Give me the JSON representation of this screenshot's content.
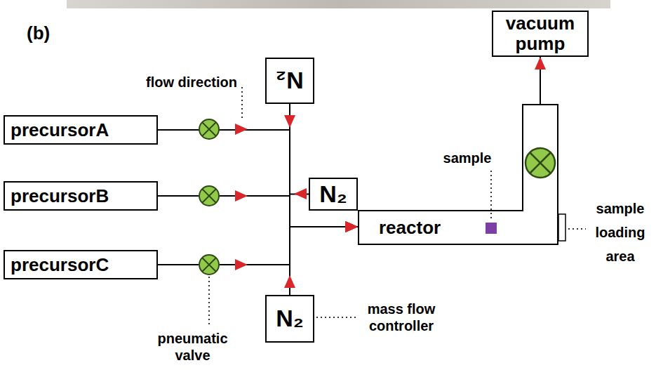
{
  "diagram": {
    "nodes": [
      {
        "text": [
          "vacuum pump"
        ]
      },
      {
        "text": [
          "N₂"
        ]
      },
      {
        "text": [
          "precursorA"
        ]
      },
      {
        "text": [
          "precursorB"
        ]
      },
      {
        "text": [
          "N₂"
        ]
      },
      {
        "text": [
          "reactor"
        ]
      },
      {
        "text": [
          "precursorC"
        ]
      },
      {
        "text": [
          "N₂"
        ]
      }
    ],
    "edges": [
      {
        "from": 2,
        "to": 5,
        "arrow": "to"
      },
      {
        "from": 3,
        "to": 5,
        "arrow": "to"
      },
      {
        "from": 6,
        "to": 5,
        "arrow": "to"
      },
      {
        "from": 1,
        "to": 5,
        "arrow": "to"
      },
      {
        "from": 4,
        "to": 5,
        "arrow": "to"
      },
      {
        "from": 7,
        "to": 5,
        "arrow": "to"
      },
      {
        "from": 5,
        "to": 0,
        "arrow": "to"
      }
    ],
    "labels": [
      "(b)",
      "flow direction",
      "sample",
      "sample loading area",
      "mass flow controller",
      "pneumatic valve"
    ]
  }
}
